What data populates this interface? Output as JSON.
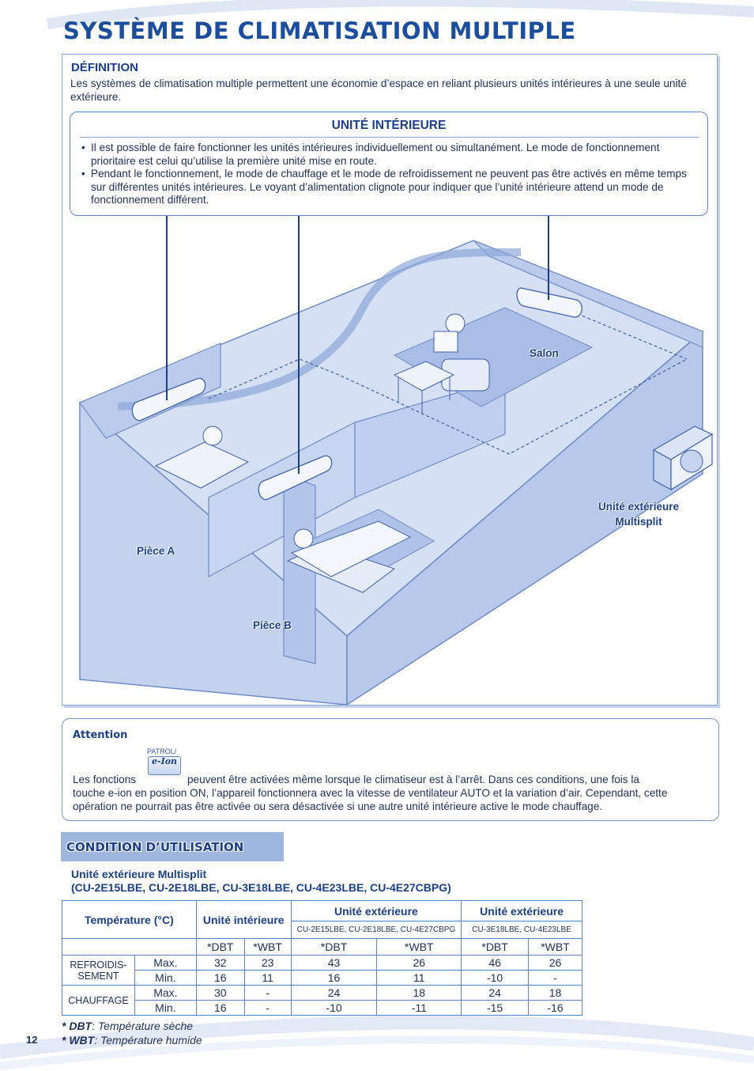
{
  "page": {
    "title": "SYSTÈME DE CLIMATISATION MULTIPLE",
    "number": "12"
  },
  "definition": {
    "title": "DÉFINITION",
    "text": "Les systèmes de climatisation multiple permettent une économie d’espace en reliant plusieurs unités intérieures à une seule unité extérieure."
  },
  "indoor_unit": {
    "title": "UNITÉ INTÉRIEURE",
    "bullets": [
      "Il est possible de faire fonctionner les unités intérieures individuellement ou simultanément. Le mode de fonctionnement prioritaire est celui qu’utilise la première unité mise en route.",
      "Pendant le fonctionnement, le mode de chauffage et le mode de refroidissement ne peuvent pas être activés en même temps sur différentes unités intérieures. Le voyant d’alimentation clignote pour indiquer que l’unité intérieure attend un mode de fonctionnement différent."
    ]
  },
  "illustration": {
    "salon": "Salon",
    "outdoor_line1": "Unité extérieure",
    "outdoor_line2": "Multisplit",
    "room_a": "Pièce A",
    "room_b": "Pièce B"
  },
  "attention": {
    "title": "Attention",
    "icon_top": "PATROL/",
    "icon_label": "e-Ion",
    "text_start": "Les fonctions",
    "text_rest": "peuvent être activées même lorsque le climatiseur est à l’arrêt. Dans ces conditions, une fois la",
    "text_cont": "touche e-ion en position ON, l’appareil fonctionnera avec la vitesse de ventilateur AUTO et la variation d’air. Cependant, cette opération ne pourrait pas être activée ou sera désactivée si une autre unité intérieure active le mode chauffage."
  },
  "conditions": {
    "tab_label": "CONDITION D’UTILISATION",
    "subtitle_line1": "Unité extérieure Multisplit",
    "subtitle_line2": "(CU-2E15LBE, CU-2E18LBE, CU-3E18LBE, CU-4E23LBE, CU-4E27CBPG)",
    "table": {
      "h_temp": "Température (°C)",
      "h_indoor": "Unité intérieure",
      "h_outdoor1": "Unité extérieure",
      "h_outdoor2": "Unité extérieure",
      "h_models1": "CU-2E15LBE, CU-2E18LBE, CU-4E27CBPG",
      "h_models2": "CU-3E18LBE, CU-4E23LBE",
      "dbt": "*DBT",
      "wbt": "*WBT",
      "cooling": "REFROIDIS-SEMENT",
      "heating": "CHAUFFAGE",
      "max": "Max.",
      "min": "Min.",
      "rows": [
        [
          "32",
          "23",
          "43",
          "26",
          "46",
          "26"
        ],
        [
          "16",
          "11",
          "16",
          "11",
          "-10",
          "-"
        ],
        [
          "30",
          "-",
          "24",
          "18",
          "24",
          "18"
        ],
        [
          "16",
          "-",
          "-10",
          "-11",
          "-15",
          "-16"
        ]
      ]
    },
    "footnote_dbt_key": "* DBT",
    "footnote_dbt": ": Température sèche",
    "footnote_wbt_key": "* WBT",
    "footnote_wbt": ": Température humide"
  },
  "colors": {
    "accent": "#1b4f9e",
    "panel_border": "#8aa6d6",
    "illustration_fill": "#c9d6f0"
  }
}
